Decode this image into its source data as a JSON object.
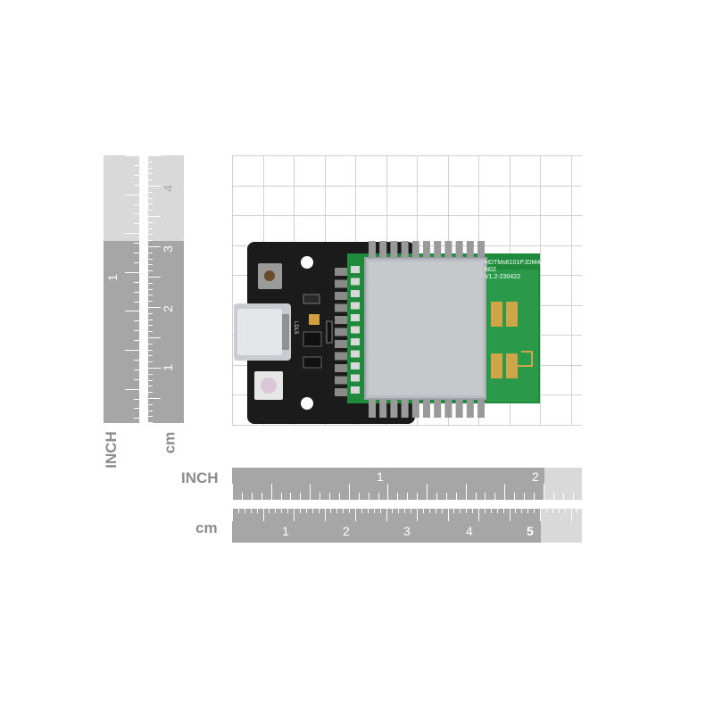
{
  "labels": {
    "inch_vertical": "INCH",
    "cm_vertical": "cm",
    "inch_horizontal": "INCH",
    "cm_horizontal": "cm"
  },
  "ruler_numbers": {
    "vertical_inch": [
      "1"
    ],
    "vertical_cm": [
      "1",
      "2",
      "3",
      "4"
    ],
    "horizontal_inch": [
      "1",
      "2"
    ],
    "horizontal_cm": [
      "1",
      "2",
      "3",
      "4",
      "5"
    ]
  },
  "board": {
    "module_silk_line1": "HDTMs6101PJDM4(",
    "module_silk_line2": "N02",
    "module_silk_line3": "V1.2-230422",
    "board_silk": "LDL5"
  },
  "colors": {
    "ruler_dark": "#a6a6a6",
    "ruler_light": "#d9d9d9",
    "grid": "#d0d0d0",
    "pcb_black": "#1b1b1b",
    "pcb_green": "#1f8a3c",
    "shield": "#b9bcc0",
    "gold": "#cfa54a"
  }
}
